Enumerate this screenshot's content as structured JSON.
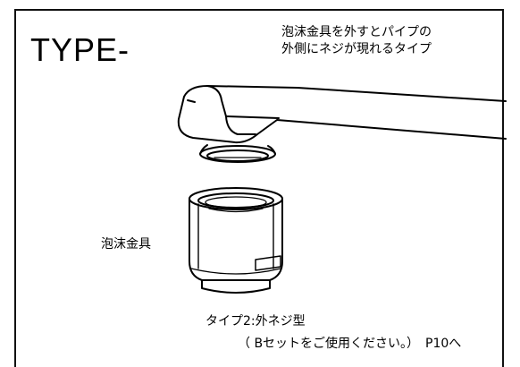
{
  "header": {
    "type_title": "TYPE-",
    "description_line1": "泡沫金具を外すとパイプの",
    "description_line2": "外側にネジが現れるタイプ"
  },
  "illustration": {
    "part_label": "泡沫金具"
  },
  "caption": {
    "line1": "タイプ2:外ネジ型",
    "line2": "（ Bセットをご使用ください。）　P10へ"
  }
}
